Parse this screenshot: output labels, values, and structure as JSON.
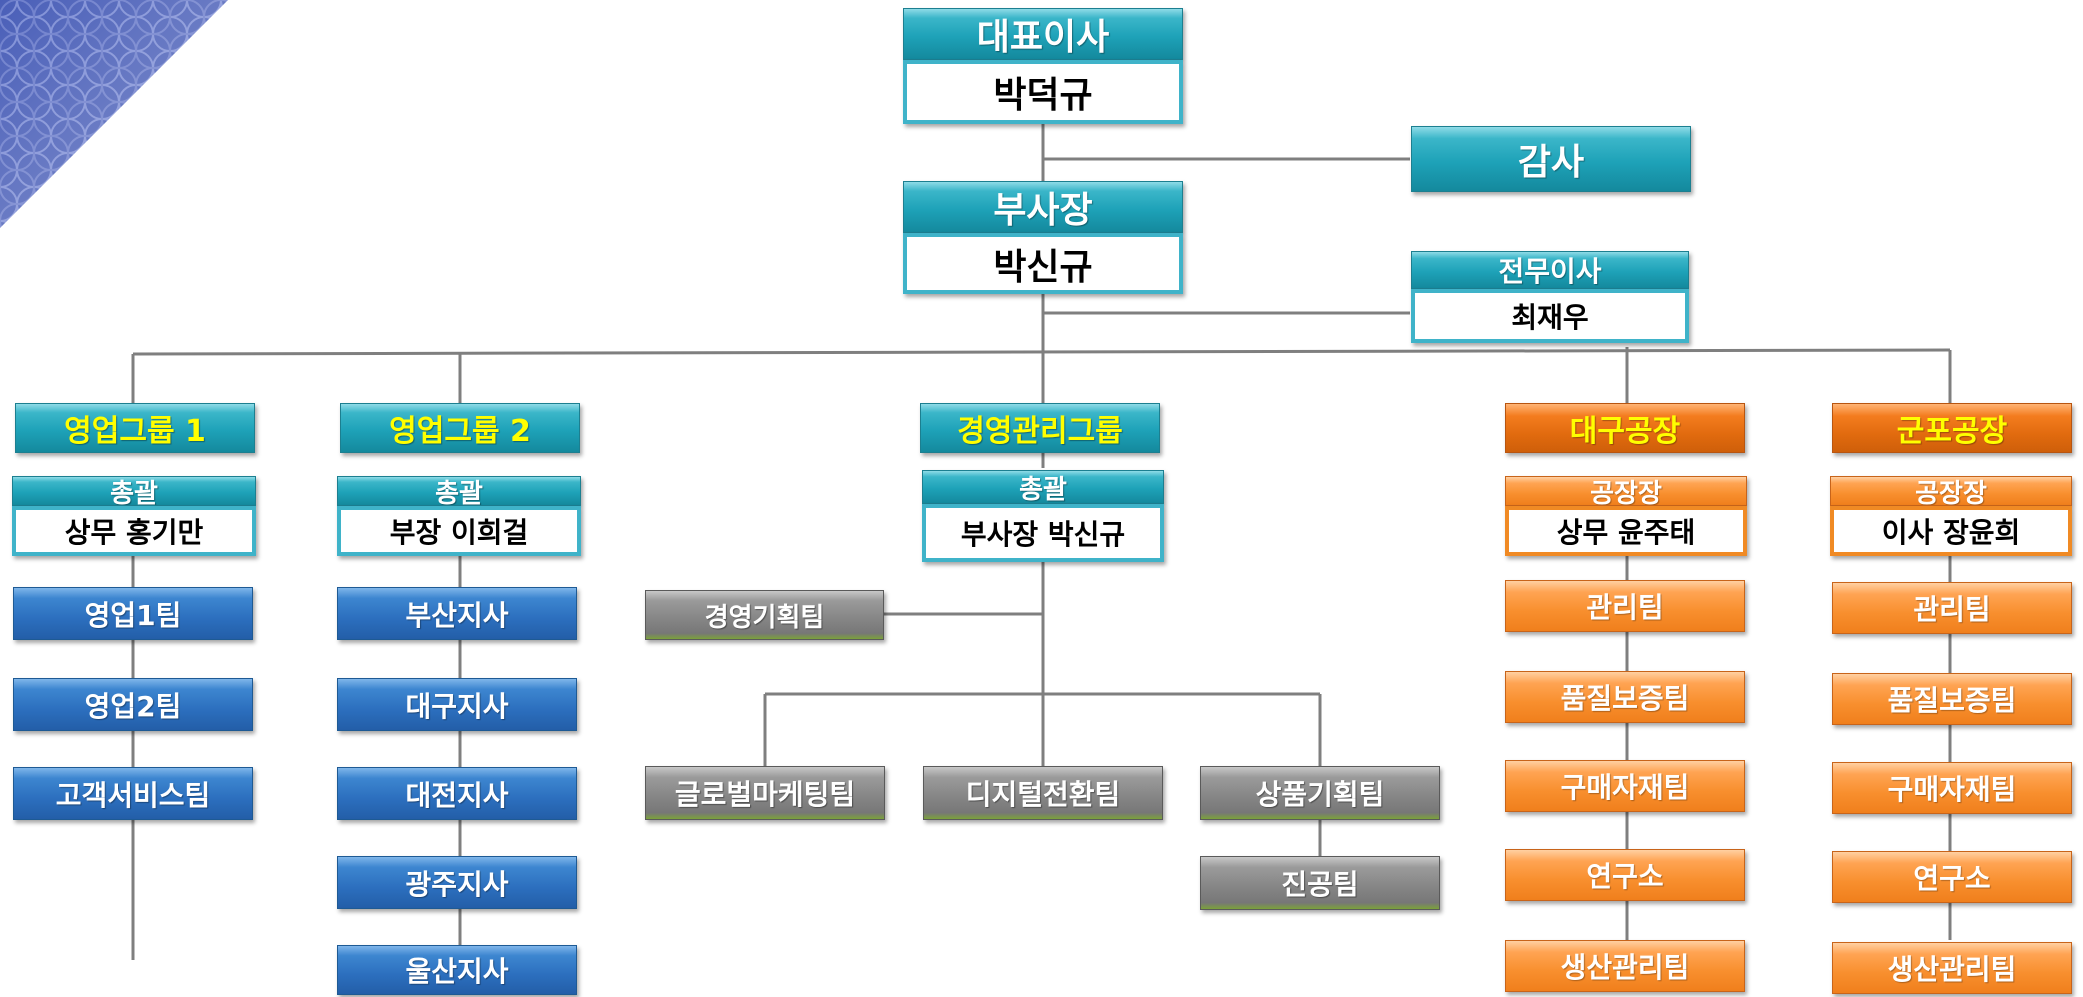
{
  "ceo": {
    "title": "대표이사",
    "name": "박덕규"
  },
  "auditor": {
    "title": "감사"
  },
  "vp": {
    "title": "부사장",
    "name": "박신규"
  },
  "exec_director": {
    "title": "전무이사",
    "name": "최재우"
  },
  "sales1": {
    "title": "영업그룹 1",
    "role": "총괄",
    "lead": "상무 홍기만",
    "teams": [
      "영업1팀",
      "영업2팀",
      "고객서비스팀"
    ]
  },
  "sales2": {
    "title": "영업그룹 2",
    "role": "총괄",
    "lead": "부장 이희걸",
    "teams": [
      "부산지사",
      "대구지사",
      "대전지사",
      "광주지사",
      "울산지사"
    ]
  },
  "mgmt": {
    "title": "경영관리그룹",
    "role": "총괄",
    "lead": "부사장 박신규",
    "planning": "경영기획팀",
    "teams": [
      "글로벌마케팅팀",
      "디지털전환팀",
      "상품기획팀"
    ],
    "sub_team": "진공팀"
  },
  "daegu": {
    "title": "대구공장",
    "role": "공장장",
    "lead": "상무 윤주태",
    "teams": [
      "관리팀",
      "품질보증팀",
      "구매자재팀",
      "연구소",
      "생산관리팀"
    ]
  },
  "gunpo": {
    "title": "군포공장",
    "role": "공장장",
    "lead": "이사 장윤희",
    "teams": [
      "관리팀",
      "품질보증팀",
      "구매자재팀",
      "연구소",
      "생산관리팀"
    ]
  },
  "colors": {
    "cyan": "#1ea2b8",
    "blue": "#2c6fbe",
    "gray": "#828282",
    "orange": "#f88f2e",
    "dark_orange": "#e06a0e",
    "header_text": "#ffff00",
    "connector": "#7f7f7f"
  }
}
